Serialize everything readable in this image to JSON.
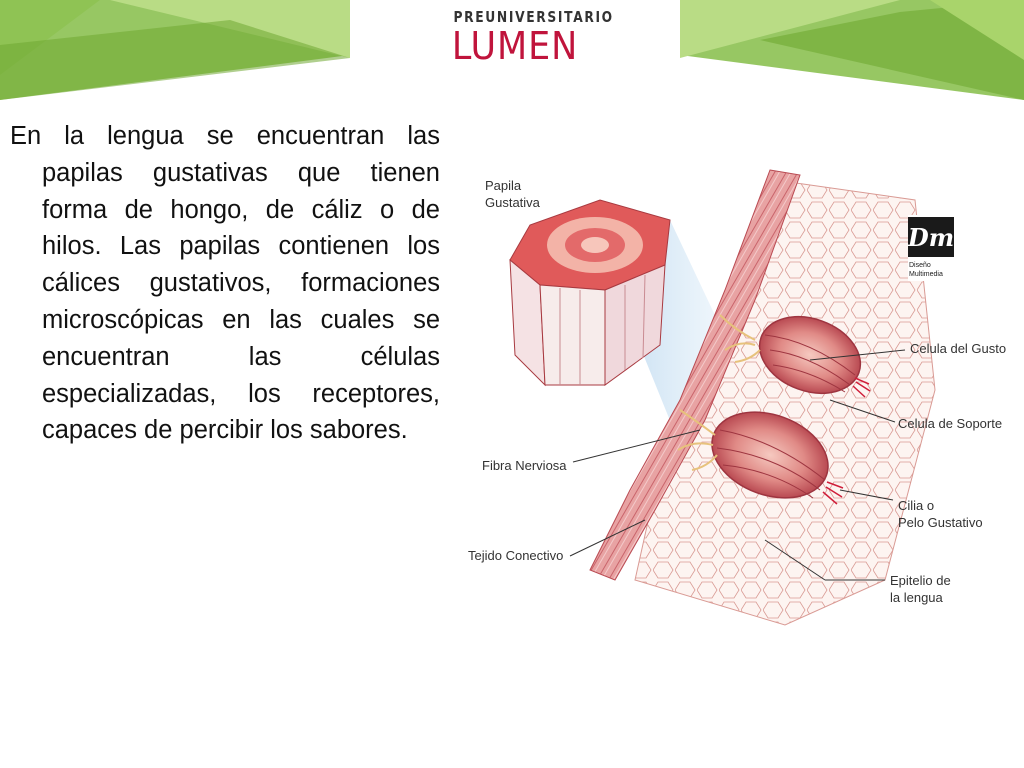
{
  "header": {
    "logo_top": "PREUNIVERSITARIO",
    "logo_main": "LUMEN",
    "colors": {
      "green_light": "#a9d46b",
      "green_dark": "#6fa832",
      "logo_red": "#c0143c"
    }
  },
  "main": {
    "paragraph": "En la lengua se encuentran las papilas gustativas que tienen forma de hongo, de cáliz o de hilos. Las papilas contienen los cálices gustativos, formaciones microscópicas en las cuales se encuentran las células especializadas, los receptores, capaces de percibir los sabores."
  },
  "figure": {
    "labels": {
      "papila_line1": "Papila",
      "papila_line2": "Gustativa",
      "celula_gusto": "Celula del Gusto",
      "celula_soporte": "Celula de Soporte",
      "fibra_nerviosa": "Fibra Nerviosa",
      "cilia_line1": "Cilia o",
      "cilia_line2": "Pelo Gustativo",
      "tejido": "Tejido Conectivo",
      "epitelio_line1": "Epitelio de",
      "epitelio_line2": "la lengua"
    },
    "badge": {
      "initials": "Dm",
      "line1": "Diseño",
      "line2": "Multimedia"
    }
  }
}
